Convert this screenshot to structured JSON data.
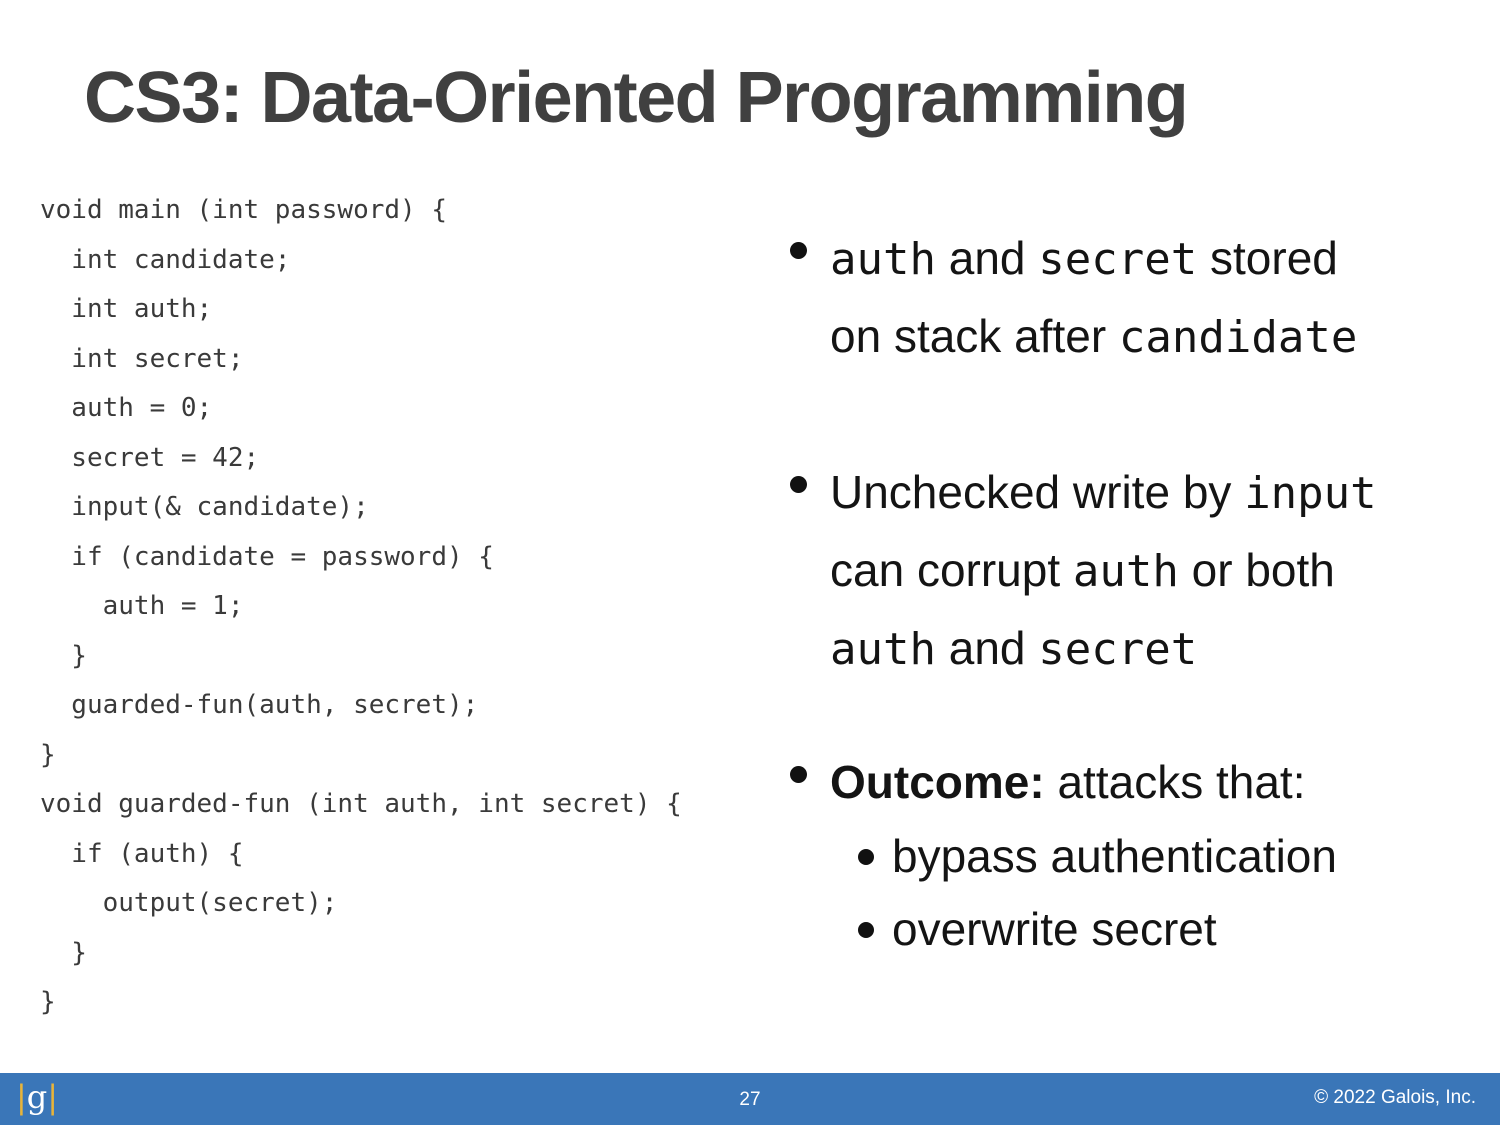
{
  "slide": {
    "title": "CS3: Data-Oriented Programming",
    "code_lines": [
      "void main (int password) {",
      "  int candidate;",
      "  int auth;",
      "  int secret;",
      "  auth = 0;",
      "  secret = 42;",
      "  input(& candidate);",
      "  if (candidate = password) {",
      "    auth = 1;",
      "  }",
      "  guarded-fun(auth, secret);",
      "}",
      "void guarded-fun (int auth, int secret) {",
      "  if (auth) {",
      "    output(secret);",
      "  }",
      "}"
    ],
    "bullet1": {
      "code_auth": "auth",
      "text_and": " and ",
      "code_secret": "secret",
      "text_stored": " stored",
      "text_on_stack": "on stack after ",
      "code_candidate": "candidate"
    },
    "bullet2": {
      "text_unchecked": "Unchecked write by ",
      "code_input": "input",
      "text_can_corrupt": "can corrupt ",
      "code_auth": "auth",
      "text_or_both": " or both",
      "code_auth2": "auth",
      "text_and": " and ",
      "code_secret": "secret"
    },
    "bullet3": {
      "label": "Outcome:",
      "text": " attacks that:",
      "sub_items": [
        "bypass authentication",
        "overwrite secret"
      ]
    }
  },
  "footer": {
    "logo_letter": "g",
    "logo_bar": "|",
    "page_number": "27",
    "copyright": "© 2022 Galois, Inc.",
    "background_color": "#3a76b8",
    "accent_color": "#e8b43a"
  }
}
